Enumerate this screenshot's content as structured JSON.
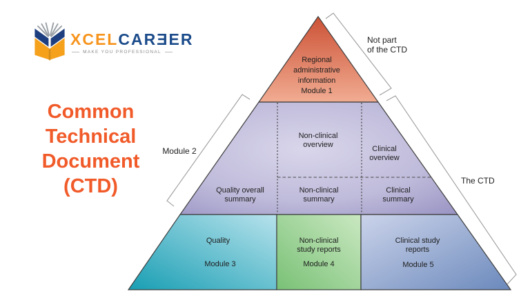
{
  "logo": {
    "brand_orange": "XCEL",
    "brand_blue": "CARƎER",
    "tagline": "MAKE YOU PROFESSIONAL"
  },
  "title": "Common\nTechnical\nDocument\n(CTD)",
  "colors": {
    "accent_orange": "#F15A29",
    "logo_orange": "#F7941D",
    "logo_navy": "#1B4B8A",
    "module1_red": "#D95F43",
    "module2_purple": "#A9A3CF",
    "module3_teal": "#1B9FB4",
    "module4_green": "#8BCB85",
    "module5_blue": "#7B97C6"
  },
  "pyramid": {
    "module1": {
      "text": "Regional\nadministrative\ninformation\nModule 1"
    },
    "module2": {
      "label": "Module 2",
      "non_clinical_overview": "Non-clinical\noverview",
      "clinical_overview": "Clinical\noverview",
      "quality_overall_summary": "Quality overall\nsummary",
      "non_clinical_summary": "Non-clinical\nsummary",
      "clinical_summary": "Clinical\nsummary"
    },
    "module3": {
      "title": "Quality",
      "label": "Module 3"
    },
    "module4": {
      "title": "Non-clinical\nstudy reports",
      "label": "Module 4"
    },
    "module5": {
      "title": "Clinical study\nreports",
      "label": "Module 5"
    }
  },
  "annotations": {
    "not_part": "Not part\nof the CTD",
    "the_ctd": "The CTD"
  }
}
